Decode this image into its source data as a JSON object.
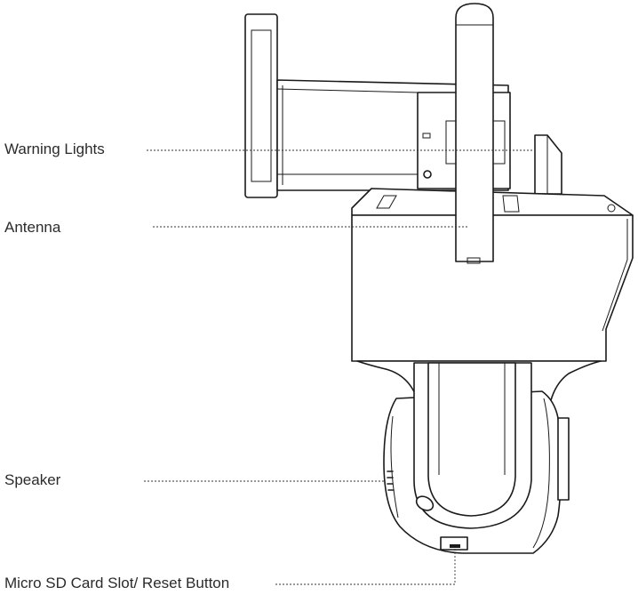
{
  "labels": {
    "warning_lights": "Warning Lights",
    "antenna": "Antenna",
    "speaker": "Speaker",
    "micro_sd_reset": "Micro SD Card Slot/ Reset Button"
  }
}
